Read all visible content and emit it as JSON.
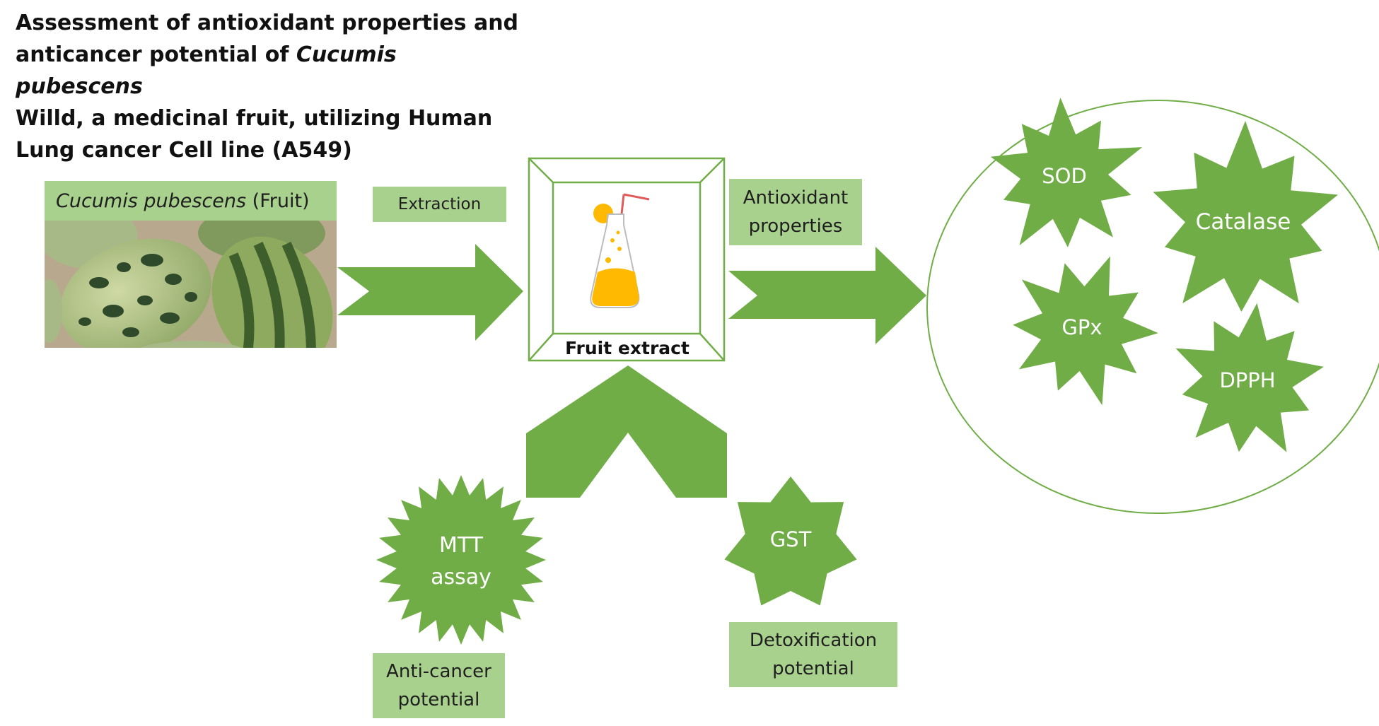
{
  "title": {
    "line1": "Assessment of antioxidant properties and",
    "line2_prefix": "anticancer potential of ",
    "line2_italic": "Cucumis pubescens",
    "line3": "Willd, a medicinal fruit, utilizing Human",
    "line4": "Lung cancer Cell line (A549)"
  },
  "fruit": {
    "name_italic": "Cucumis pubescens",
    "name_suffix": " (Fruit)"
  },
  "labels": {
    "extraction": "Extraction",
    "antioxidant_line1": "Antioxidant",
    "antioxidant_line2": "properties",
    "fruit_extract": "Fruit extract",
    "anticancer_line1": "Anti-cancer",
    "anticancer_line2": "potential",
    "detox_line1": "Detoxification",
    "detox_line2": "potential"
  },
  "assays": {
    "sod": "SOD",
    "catalase": "Catalase",
    "gpx": "GPx",
    "dpph": "DPPH",
    "mtt_line1": "MTT",
    "mtt_line2": "assay",
    "gst": "GST"
  },
  "colors": {
    "green_dark": "#70ad47",
    "green_light": "#a9d18e",
    "orange": "#ffb900",
    "text_dark": "#111111"
  },
  "icons": {
    "flask": "flask-icon",
    "fruit_photo": "melon-photo"
  }
}
